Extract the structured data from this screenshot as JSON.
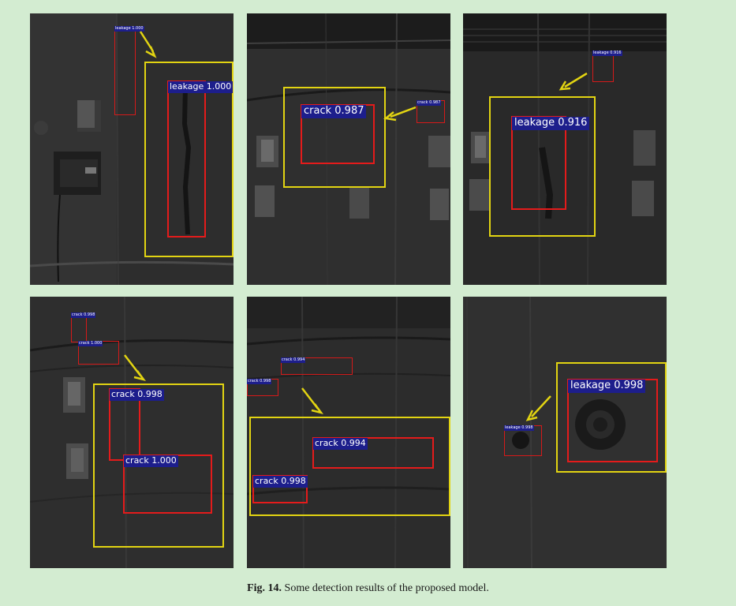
{
  "figure": {
    "caption_label": "Fig. 14.",
    "caption_text": "Some detection results of the proposed model."
  },
  "colors": {
    "page_background": "#d3ecd1",
    "detection_box": "#e41b1b",
    "zoom_box": "#e2d412",
    "label_background": "#1d1e8c",
    "label_text": "#ffffff"
  },
  "panels": [
    {
      "id": "panel-1",
      "small_label": "leakage 1.000",
      "large_label": "leakage 1.000"
    },
    {
      "id": "panel-2",
      "small_label": "crack 0.987",
      "large_label": "crack 0.987"
    },
    {
      "id": "panel-3",
      "small_label": "leakage 0.916",
      "large_label": "leakage 0.916"
    },
    {
      "id": "panel-4",
      "small_labels": [
        "crack 0.998",
        "crack 1.000"
      ],
      "large_labels": [
        "crack 0.998",
        "crack 1.000"
      ]
    },
    {
      "id": "panel-5",
      "small_labels": [
        "crack 0.994",
        "crack 0.998"
      ],
      "large_labels": [
        "crack 0.994",
        "crack 0.998"
      ]
    },
    {
      "id": "panel-6",
      "small_label": "leakage 0.998",
      "large_label": "leakage 0.998"
    }
  ]
}
